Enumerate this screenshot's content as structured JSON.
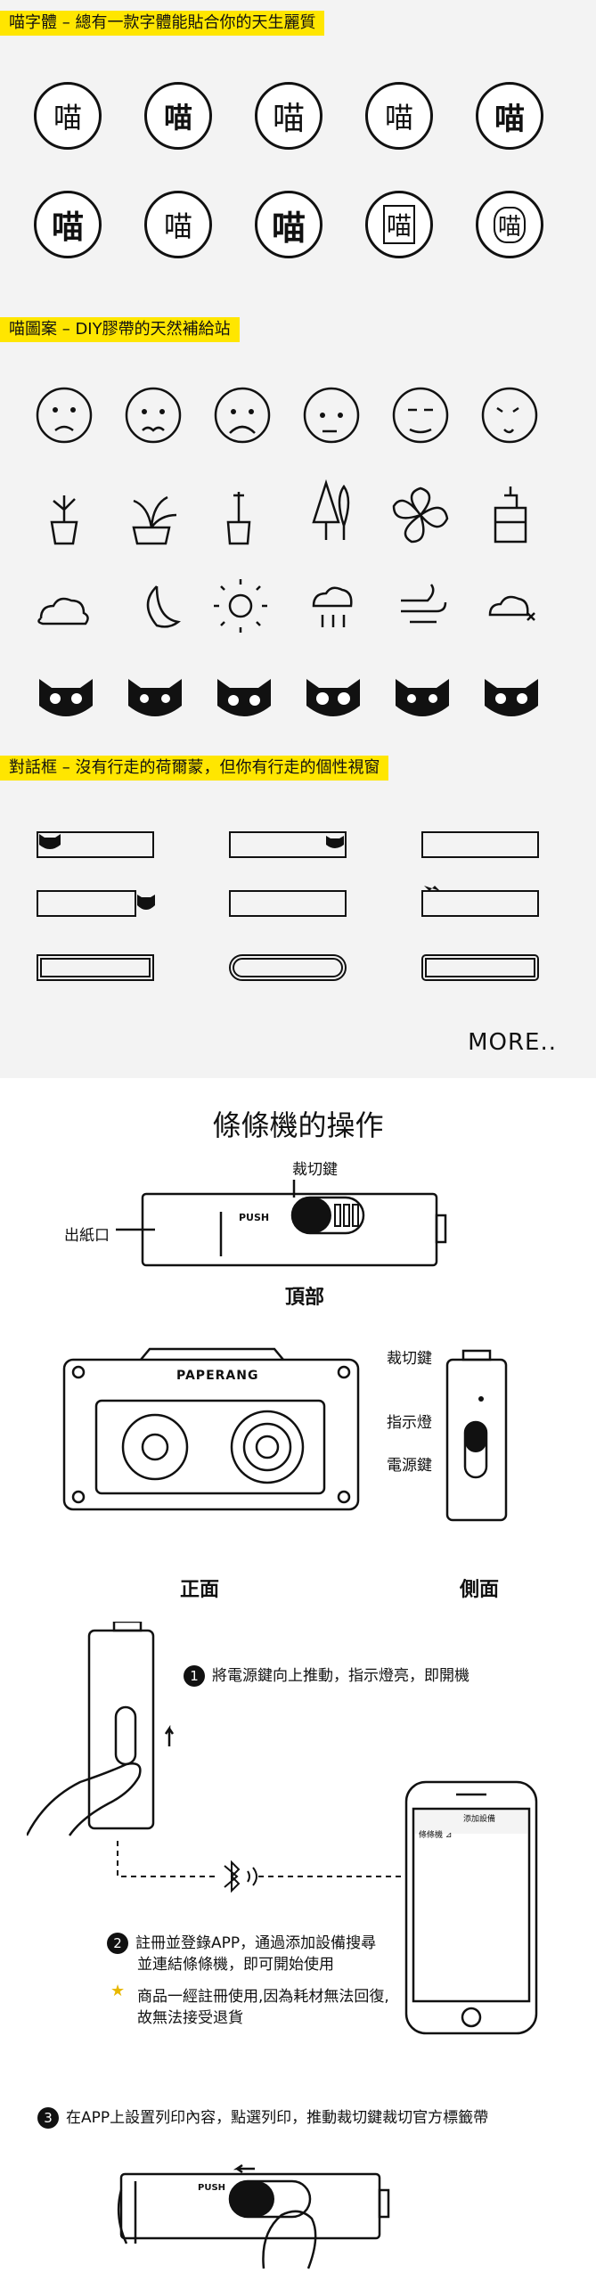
{
  "sections": {
    "fonts_label": "喵字體 – 總有一款字體能貼合你的天生麗質",
    "patterns_label": "喵圖案 – DIY膠帶的天然補給站",
    "dialog_label": "對話框 – 沒有行走的荷爾蒙，但你有行走的個性視窗",
    "more": "MORE..",
    "glyph": "喵"
  },
  "operation": {
    "title": "條條機的操作",
    "cut_key": "裁切鍵",
    "paper_out": "出紙口",
    "push": "PUSH",
    "top_view": "頂部",
    "brand": "PAPERANG",
    "front_view": "正面",
    "side_view": "側面",
    "cut_key2": "裁切鍵",
    "indicator": "指示燈",
    "power_key": "電源鍵",
    "step1_num": "1",
    "step1": "將電源鍵向上推動，指示燈亮，即開機",
    "step2_num": "2",
    "step2_line1": "註冊並登錄APP，通過添加設備搜尋",
    "step2_line2": "並連結條條機，即可開始使用",
    "note_line1": "商品一經註冊使用,因為耗材無法回復,",
    "note_line2": "故無法接受退貨",
    "step3_num": "3",
    "step3": "在APP上設置列印內容，點選列印，推動裁切鍵裁切官方標籤帶",
    "phone_title": "添加設備",
    "phone_item": "條條機 ⊿"
  }
}
